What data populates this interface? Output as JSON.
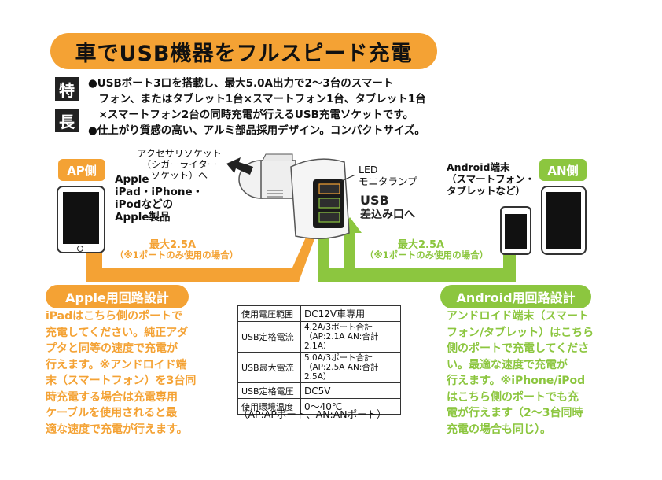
{
  "title": "車でUSB機器をフルスピード充電",
  "features": {
    "label_top": "特",
    "label_bottom": "長",
    "lines": [
      "●USBポート3口を搭載し、最大5.0A出力で2～3台のスマート",
      "　フォン、またはタブレット1台×スマートフォン1台、タブレット1台",
      "　×スマートフォン2台の同時充電が行えるUSB充電ソケットです。",
      "●仕上がり質感の高い、アルミ部品採用デザイン。コンパクトサイズ。"
    ]
  },
  "ap": {
    "label": "AP側",
    "devices_lines": [
      "Apple",
      "iPad・iPhone・",
      "iPodなどの",
      "Apple製品"
    ],
    "max_current": "最大2.5A",
    "note": "（※1ポートのみ使用の場合）"
  },
  "an": {
    "label": "AN側",
    "devices_lines": [
      "Android端末",
      "（スマートフォン・",
      "タブレットなど）"
    ],
    "max_current": "最大2.5A",
    "note": "（※1ポートのみ使用の場合）"
  },
  "charger": {
    "socket_lines": [
      "アクセサリソケット",
      "（シガーライター",
      "ソケット）へ"
    ],
    "led_lines": [
      "LED",
      "モニタランプ"
    ],
    "usb_lines": [
      "USB",
      "差込み口へ"
    ]
  },
  "apple_section": {
    "title": "Apple用回路設計",
    "lines": [
      "iPadはこちら側のポートで",
      "充電してください。純正アダ",
      "プタと同等の速度で充電が",
      "行えます。※アンドロイド端",
      "末（スマートフォン）を3台同",
      "時充電する場合は充電専用",
      "ケーブルを使用されると最",
      "適な速度で充電が行えます。"
    ]
  },
  "android_section": {
    "title": "Android用回路設計",
    "lines": [
      "アンドロイド端末（スマート",
      "フォン/タブレット）はこちら",
      "側のポートで充電してくださ",
      "い。最適な速度で充電が",
      "行えます。※iPhone/iPod",
      "はこちら側のポートでも充",
      "電が行えます（2～3台同時",
      "充電の場合も同じ）。"
    ]
  },
  "specs": {
    "rows": [
      {
        "key": "使用電圧範囲",
        "value": "DC12V車専用",
        "value2": ""
      },
      {
        "key": "USB定格電流",
        "value": "4.2A/3ポート合計",
        "value2": "（AP:2.1A AN:合計2.1A）"
      },
      {
        "key": "USB最大電流",
        "value": "5.0A/3ポート合計",
        "value2": "（AP:2.5A AN:合計2.5A）"
      },
      {
        "key": "USB定格電圧",
        "value": "DC5V",
        "value2": ""
      },
      {
        "key": "使用環境温度",
        "value": "0～40℃",
        "value2": ""
      }
    ],
    "note": "（AP:APポート、AN:ANポート）"
  },
  "colors": {
    "orange": "#f4a234",
    "green": "#8cc63f",
    "dark": "#222222"
  }
}
